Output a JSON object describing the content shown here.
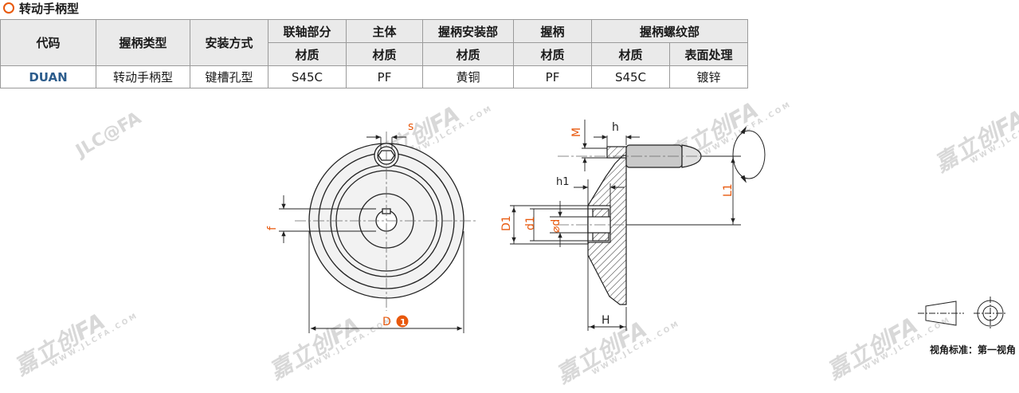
{
  "title": "转动手柄型",
  "table": {
    "header1": {
      "code": "代码",
      "handle_type": "握柄类型",
      "mount": "安装方式",
      "shaft": "联轴部分",
      "body": "主体",
      "handle_mount": "握柄安装部",
      "handle": "握柄",
      "thread": "握柄螺纹部"
    },
    "header2": {
      "mat1": "材质",
      "mat2": "材质",
      "mat3": "材质",
      "mat4": "材质",
      "mat5": "材质",
      "surface": "表面处理"
    },
    "row": {
      "code": "DUAN",
      "handle_type": "转动手柄型",
      "mount": "键槽孔型",
      "shaft_mat": "S45C",
      "body_mat": "PF",
      "handle_mount_mat": "黄铜",
      "handle_mat": "PF",
      "thread_mat": "S45C",
      "surface": "镀锌"
    }
  },
  "drawing": {
    "labels": {
      "s": "s",
      "f": "f",
      "D": "D",
      "D_note": "1",
      "M": "M",
      "h": "h",
      "h1": "h1",
      "L1": "L1",
      "D1": "D1",
      "d1": "d1",
      "d": "⌀d",
      "H": "H"
    },
    "watermark": "嘉立创FA",
    "watermark_sub": "WWW.JLCFA.COM",
    "watermark_logo": "JLC@FA"
  },
  "view_standard": "视角标准：第一视角",
  "colors": {
    "accent": "#e8580c",
    "code": "#2c5c8c",
    "dim": "#e8580c",
    "line": "#222222"
  }
}
